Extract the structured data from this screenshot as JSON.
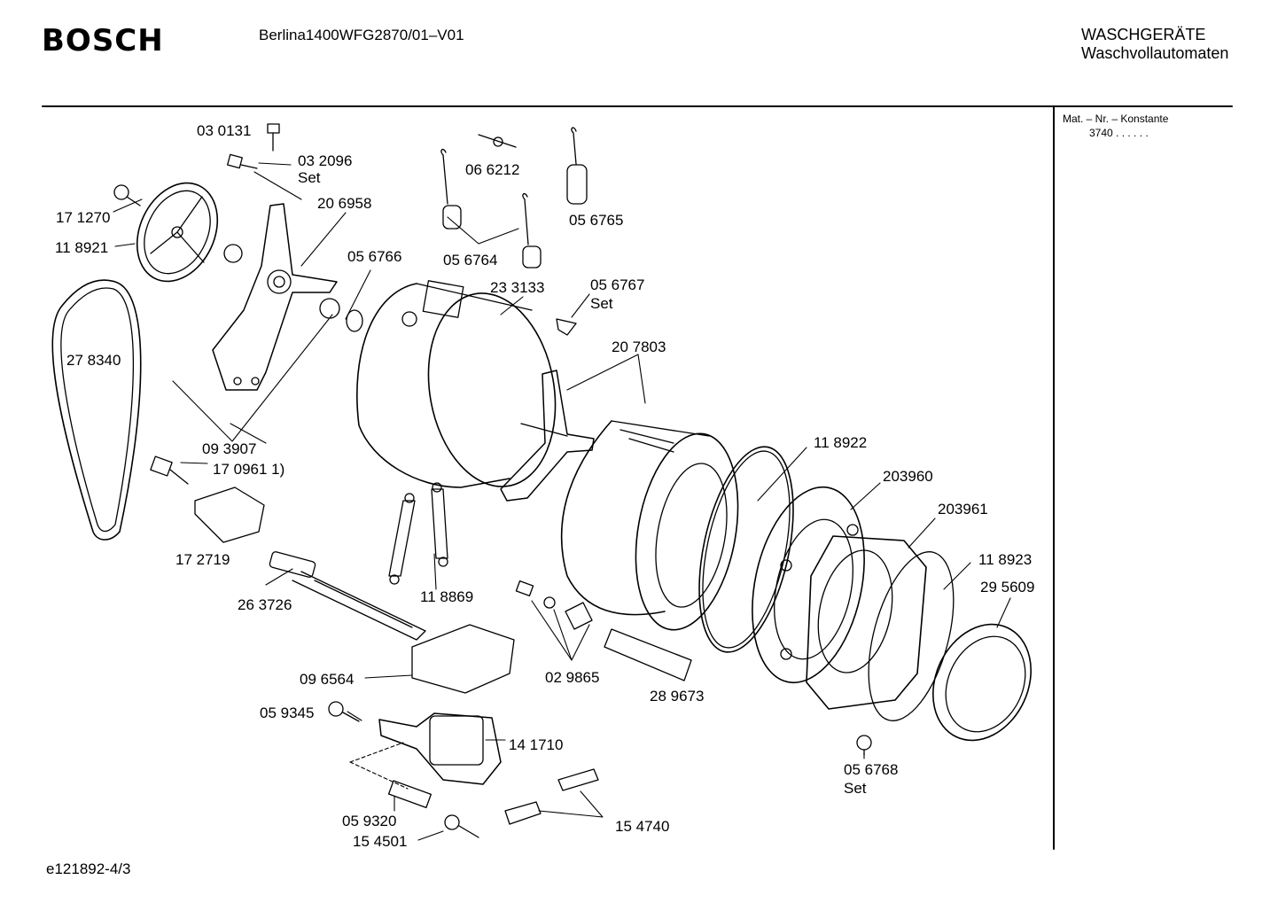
{
  "header": {
    "brand": "BOSCH",
    "model": "Berlina1400WFG2870/01–V01",
    "category_line1": "WASCHGERÄTE",
    "category_line2": "Waschvollautomaten"
  },
  "sidebar": {
    "heading": "Mat. – Nr. – Konstante",
    "value": "3740  .  .  .  .  .  ."
  },
  "footer": {
    "doc_id": "e121892-4/3"
  },
  "parts": [
    {
      "id": "p1",
      "number": "03 0131"
    },
    {
      "id": "p2",
      "number": "03 2096",
      "note": "Set"
    },
    {
      "id": "p3",
      "number": "06 6212"
    },
    {
      "id": "p4",
      "number": "05 6765"
    },
    {
      "id": "p5",
      "number": "17 1270"
    },
    {
      "id": "p6",
      "number": "20 6958"
    },
    {
      "id": "p7",
      "number": "11 8921"
    },
    {
      "id": "p8",
      "number": "05 6766"
    },
    {
      "id": "p9",
      "number": "05 6764"
    },
    {
      "id": "p10",
      "number": "23 3133"
    },
    {
      "id": "p11",
      "number": "05 6767",
      "note": "Set"
    },
    {
      "id": "p12",
      "number": "27 8340"
    },
    {
      "id": "p13",
      "number": "20 7803"
    },
    {
      "id": "p14",
      "number": "09 3907"
    },
    {
      "id": "p15",
      "number": "11 8922"
    },
    {
      "id": "p16",
      "number": "17 0961 1)"
    },
    {
      "id": "p17",
      "number": "203960"
    },
    {
      "id": "p18",
      "number": "203961"
    },
    {
      "id": "p19",
      "number": "17 2719"
    },
    {
      "id": "p20",
      "number": "11 8923"
    },
    {
      "id": "p21",
      "number": "29 5609"
    },
    {
      "id": "p22",
      "number": "26 3726"
    },
    {
      "id": "p23",
      "number": "11 8869"
    },
    {
      "id": "p24",
      "number": "09 6564"
    },
    {
      "id": "p25",
      "number": "02 9865"
    },
    {
      "id": "p26",
      "number": "28 9673"
    },
    {
      "id": "p27",
      "number": "05 9345"
    },
    {
      "id": "p28",
      "number": "14 1710"
    },
    {
      "id": "p29",
      "number": "05 6768",
      "note": "Set"
    },
    {
      "id": "p30",
      "number": "05 9320"
    },
    {
      "id": "p31",
      "number": "15 4740"
    },
    {
      "id": "p32",
      "number": "15 4501"
    }
  ]
}
